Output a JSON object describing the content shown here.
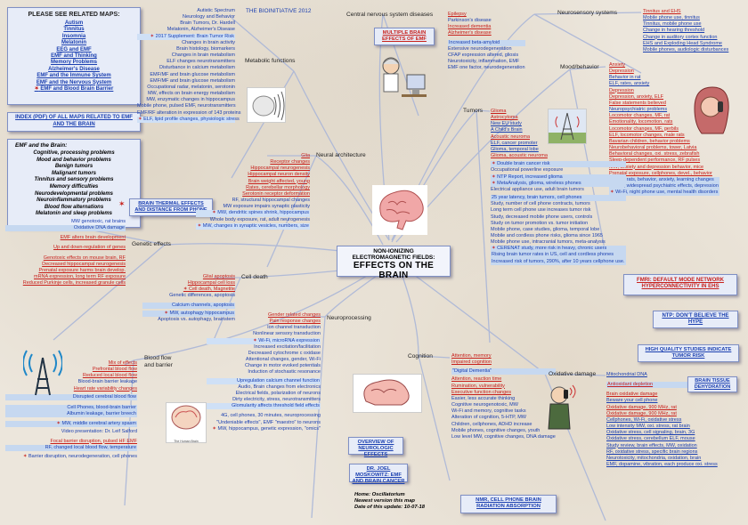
{
  "center": {
    "line1": "Non-Ionizing",
    "line2": "Electromagnetic Fields:",
    "line3": "Effects on the Brain"
  },
  "branches": {
    "metabolic": "Metabolic functions",
    "cns": "Central nervous system diseases",
    "neurosensory": "Neurosensory systems",
    "mood": "Mood/behavior",
    "tumors": "Tumors",
    "neuroarch": "Neural architecture",
    "genetic": "Genetic effects",
    "celldeath": "Cell death",
    "neuroproc": "Neuroprocessing",
    "bloodflow": "Blood flow\nand barrier",
    "cognition": "Cognition",
    "oxidative": "Oxidative damage"
  },
  "related": {
    "title": "PLEASE SEE RELATED MAPS:",
    "items": [
      "Autism",
      "Tinnitus",
      "Insomnia",
      "Melatonin",
      "EEG and EMF",
      "EMF and Thinking",
      "Memory Problems",
      "Alzheimer's Disease",
      "EMF and the Immune System",
      "EMF and the Nervous System",
      "EMF and Blood Brain Barrier"
    ]
  },
  "index_box": "Index (PDF) of all maps related to EMF and the Brain",
  "emf_brain": {
    "title": "EMF and the Brain:",
    "items": [
      "Cognitive, processing problems",
      "Mood and behavior problems",
      "Benign tumors",
      "Malignant tumors",
      "Tinnitus and sensory problems",
      "Memory difficulties",
      "Neurodevelopmental problems",
      "Neuroinflammatory problems",
      "Blood flow alternations",
      "Melatonin and sleep problems"
    ]
  },
  "brain_thermal": "Brain thermal effects and distance from phone",
  "multiple_brain": "Multiple Brain Effects of EMF",
  "overview": "Overview of Neurologic Effects",
  "moskowitz": "Dr. Joel Moskowitz: EMF and Brain Cancer",
  "home": {
    "l1": "Home: Oscillatorium",
    "l2": "Newest version this map",
    "l3": "Date of this update: 10-07-18"
  },
  "nmr": "NMR, cell phone brain radiation absorption",
  "fmri": "fMRI: Default Mode Network Hyperconnectivity in EHS",
  "ntp": "NTP: Don't Believe the Hype",
  "hq": "High Quality Studies Indicate Tumor Risk",
  "tissue": "Brain Tissue Dehydration",
  "metabolic_items": [
    "Autistic Spectrum",
    "Neurology and Behavior",
    "Brain Tumors, Dr. Hardell",
    "Melatonin, Alzheimer's Disease",
    "2017 Supplement:  Brain Tumor Risk",
    "Changes in brain activity",
    "Brain histology, biomarkers",
    "Changes in brain metabolism",
    "ELF changes neurotransmitters",
    "Disturbance in calcium metabolism",
    "EMF/MF and brain glucose metabolism",
    "EMF/MF and brain glucose metabolism",
    "Occupational radar, melatonin, serotonin",
    "MW, effects on brain energy metabolism",
    "MW, enzymatic changes in hippocampus",
    "Mobile phone, pulsed EMF, neurotransmitters",
    "EMF/RF alteration in expression of 143 proteins",
    "ELF, lipid profile changes, physiologic stress"
  ],
  "bioinitiative": "THE BIOINITIATIVE 2012",
  "cns_items": [
    "Epilepsy",
    "Parkinson's disease",
    "Increased dementia",
    "Alzheimer's disease",
    "Increased beta-amyloid",
    "Extensive neurodegeneration",
    "CFAP expression altered, gliosis",
    "Neurotoxicity, inflammation, EMF",
    "EMF one factor, neurodegeneration"
  ],
  "neuro_items": [
    "Tinnitus and EHS",
    "Mobile phone use, tinnitus",
    "Tinnitus, mobile phone use",
    "Change in hearing threshold",
    "Change in auditory cortex function",
    "EHS and Exploding Head Syndrome",
    "Mobile phones, audiologic disturbances"
  ],
  "mood_items": [
    "Anxiety",
    "Depression",
    "Behavior in rat",
    "ELF, rates, anxiety",
    "Depression",
    "Depression, anxiety, ELF",
    "False statements believed",
    "Neuropsychiatric problems",
    "Locomotor changes, MF, rat",
    "Emotionality, locomotion, rats",
    "Locomotor changes, MF, gerbils",
    "ELF, locomotor changes, male rats",
    "Bavarian children, behavior problems",
    "Neurobehavioral problems, tower, Latvia",
    "Behavioral changes, oxi. stress, zebrafish",
    "Sleep-dependent performance, RF pulses",
    "MW, anxiety and depression behavior, mice",
    "Prenatal exposure, cellphones, devel., behavior",
    "MW, rats, behavior, anxiety, learning changes",
    "MW, widespread psychiatric effects, depression",
    "Wi-Fi, night phone use, mental health disorders"
  ],
  "tumor_items": [
    "Glioma",
    "Astrocytoma",
    "New EU study",
    "A Child's Brain",
    "Acoustic neuroma",
    "ELF, cancer promoter",
    "Glioma, temporal lobe",
    "Glioma, acoustic neuroma",
    "Double brain cancer risk",
    "Occupational powerline exposure",
    "NTP Report, increased glioma",
    "MetaAnalysis, glioma, wireless phones",
    "Electrical appliance use, adult brain tumors",
    "25 year latency, brain tumors, cell phones",
    "Study, number of cell phone contracts, tumors",
    "Long term cell phone use increases tumor risk",
    "Study, decreased mobile phone users, controls",
    "Study on tumor promotion vs. tumor initiation",
    "Mobile phone, case studies, glioma, temporal lobe",
    "Mobile and cordless phone risks, glioma since 1965",
    "Mobile phone use, intracranial tumors, meta-analysis",
    "CERENAT study, more risk in heavy, chronic users",
    "Rising brain tumor rates in US, cell and cordless phones",
    "Increased risk of tumors, 290%, after 10 years cellphone use."
  ],
  "arch_items": [
    "Glia",
    "Receptor changes",
    "Hippocampal neurogenesis",
    "Hippocampal neuron density",
    "Brain weight affected, young",
    "Rates, cerebellar morphology",
    "Serotonin receptor deformation",
    "RF, structural hippocampal changes",
    "MW exposure impairs synaptic plasticity",
    "MW, dendritic spines shrink, hippocampus",
    "Whole body exposure, rat, adult neurogenesis",
    "MW, changes in synaptic vesicles, numbers, size"
  ],
  "genetic_items": [
    "MW genotoxic, rat brains",
    "Oxidative DNA damage",
    "EMF alters brain development",
    "Up and down-regulation of genes",
    "Genotoxic effects on mouse brain, RF",
    "Decreased hippocampal neurogenesis",
    "Prenatal exposure harms brain develop.",
    "mRNA expression, long term RF exposure",
    "Reduced Purkinje cells, increased granule cells"
  ],
  "death_items": [
    "Glial apoptosis",
    "Hippocampal cell loss",
    "Cell death, Magnetite",
    "Genetic differences, apoptosis",
    "Calcium channels, apoptosis",
    "MW, autophagy hippocampus",
    "Apoptosis vs. autophagy, brainstem"
  ],
  "proc_items": [
    "Gender related changes",
    "Pain response changes",
    "Ion channel transduction",
    "Nonlinear sensory transduction",
    "Wi-Fi, microRNA expression",
    "Increased excitation/facilitation",
    "Decreased cytochrome c oxidase",
    "Attentional changes, gender, Wi-Fi",
    "Change in motor evoked potentials",
    "Induction of stochastic resonance",
    "Upregulation calcium channel function",
    "Audio, Brain changes from electronics",
    "Electrical fields, polarization of neurons",
    "Dirty electricity, stress, neurotransmitters",
    "Glomularity affects threshold field effects",
    "4G, cell phones, 30 minutes, neuroprocessing",
    "\"Undeniable effects\", EMF \"maestro\" to neurons",
    "MW, hippocampus, genetic expression, \"omics\""
  ],
  "blood_items": [
    "Mix of effects",
    "Prefrontal blood flow",
    "Reduced local blood flow",
    "Blood-brain barrier leakage",
    "Heart rate variability changes",
    "Disrupted cerebral blood flow",
    "Cell Phones, blood-brain barrier",
    "Albumin leakage, barrier breech",
    "MW, middle cerebral artery spasm",
    "Video presentation:  Dr. Leif Salford",
    "Focal barrier disruption, pulsed HF EMF",
    "RF, changed local blood flow, temperature",
    "Barrier disruption, neurodegeneration, cell phones"
  ],
  "cog_items": [
    "Attention, memory",
    "Impaired cognition",
    "\"Digital Dementia\"",
    "Attention, reaction time",
    "Rumination, vulnerability",
    "Executive function changes",
    "Easier, less accurate thinking",
    "Cognitive neurogenotoxic, MW",
    "Wi-Fi and memory, cognitive tasks",
    "Alteration of cognition, 5-HTP, MW",
    "Children, cellphones, ADHD increase",
    "Mobile phones, cognitive changes, youth",
    "Low level MW, cognitive changes, DNA damage"
  ],
  "ox_items": [
    "Mitochondrial DNA",
    "Antioxidant depletion",
    "Brain oxidative damage",
    "Beware your cell phone",
    "Oxidative damage, 900 MHz, rat",
    "Oxidative damage, 900 MHz, rat",
    "Cellphones, Wi-Fi, oxidative stress",
    "Low intensity MW, oxi. stress, rat brain",
    "Oxidative stress, cell signaling, brain, 3G",
    "Oxidative stress, cerebellum ELF, mouse",
    "Study review, brain effects, MW, oxidation",
    "RF, oxidative stress, specific brain regions",
    "Neurotoxicity, mitochondria, oxidation, brain",
    "EMF, dopamine, vibration, each produce oxi. stress"
  ],
  "image_caption": "The Human Brain"
}
